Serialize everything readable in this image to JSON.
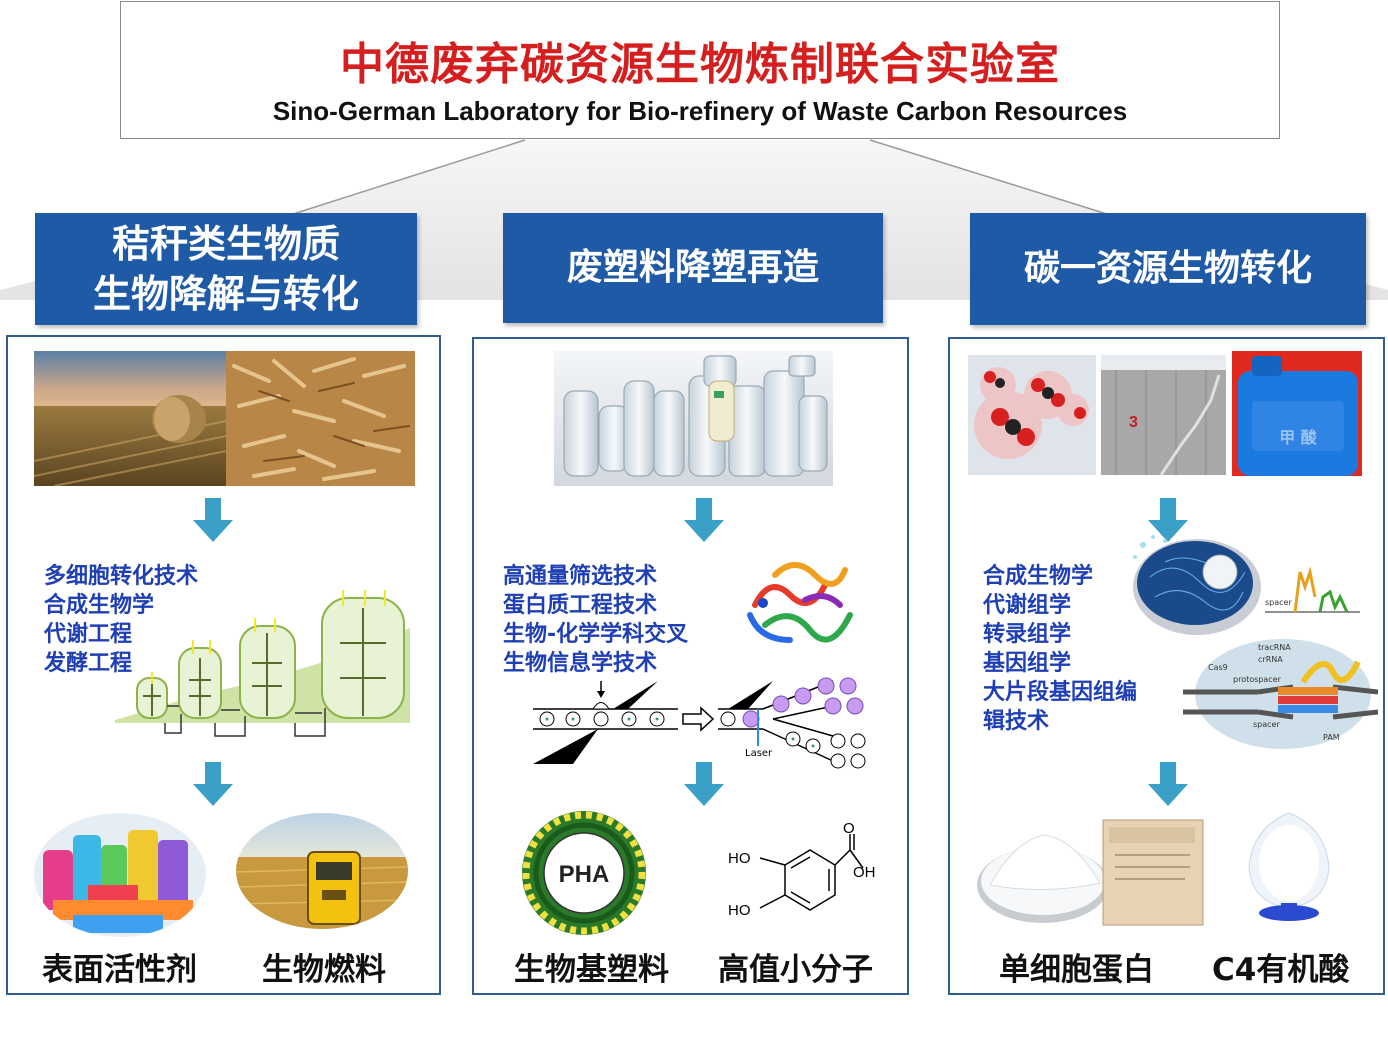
{
  "title": {
    "cn": "中德废弃碳资源生物炼制联合实验室",
    "en": "Sino-German Laboratory for Bio-refinery of Waste Carbon Resources"
  },
  "columns": [
    {
      "heading": [
        "秸秆类生物质",
        "生物降解与转化"
      ],
      "techniques": [
        "多细胞转化技术",
        "合成生物学",
        "代谢工程",
        "发酵工程"
      ],
      "products": [
        "表面活性剂",
        "生物燃料"
      ]
    },
    {
      "heading": [
        "废塑料降塑再造"
      ],
      "techniques": [
        "高通量筛选技术",
        "蛋白质工程技术",
        "生物-化学学科交叉",
        "生物信息学技术"
      ],
      "products": [
        "生物基塑料",
        "高值小分子"
      ],
      "labels": {
        "pha": "PHA",
        "laser": "Laser",
        "ho1": "HO",
        "ho2": "HO",
        "oh": "OH",
        "o": "O"
      }
    },
    {
      "heading": [
        "碳一资源生物转化"
      ],
      "techniques": [
        "合成生物学",
        "代谢组学",
        "转录组学",
        "基因组学",
        "大片段基因组编",
        "辑技术"
      ],
      "products": [
        "单细胞蛋白",
        "C4有机酸"
      ],
      "labels": {
        "tank_no": "3",
        "jug_label": "甲 酸",
        "cas9": "Cas9",
        "tracrna": "tracRNA",
        "crrna": "crRNA",
        "protospacer": "protospacer",
        "spacer": "spacer",
        "pam": "PAM",
        "spacer2": "spacer"
      }
    }
  ],
  "colors": {
    "title_red": "#d51e1e",
    "heading_blue": "#1f5aa6",
    "tech_blue": "#1f3fb4",
    "arrow": "#3aa0c8",
    "panel_border": "#2f5c95"
  }
}
